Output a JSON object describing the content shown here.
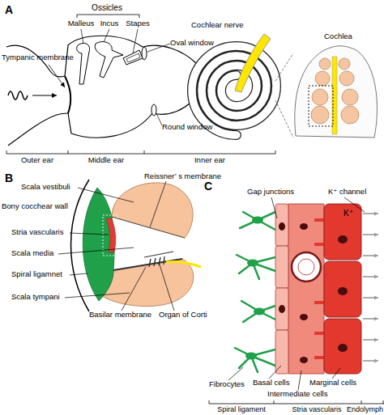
{
  "diagram": {
    "labels": [
      "A",
      "Ossicles",
      "Malleus",
      "Incus",
      "Stapes",
      "Cochlear nerve",
      "Oval window",
      "Cochlea",
      "Tympanic membrane",
      "Round window",
      "Outer ear",
      "Middle ear",
      "Inner ear",
      "B",
      "C",
      "Scala vestibuli",
      "Reissner’ s membrane",
      "Bony cocchear wall",
      "Stria vascularis",
      "Scala media",
      "Spiral ligamnet",
      "Scala tympani",
      "Basilar membrane",
      "Organ of Corti",
      "Gap junctions",
      "K⁺ channel",
      "K⁺",
      "Fibrocytes",
      "Basal cells",
      "Marginal cells",
      "Intermediate cells",
      "Spiral ligament",
      "Stria vascularis",
      "Endolymph"
    ]
  }
}
